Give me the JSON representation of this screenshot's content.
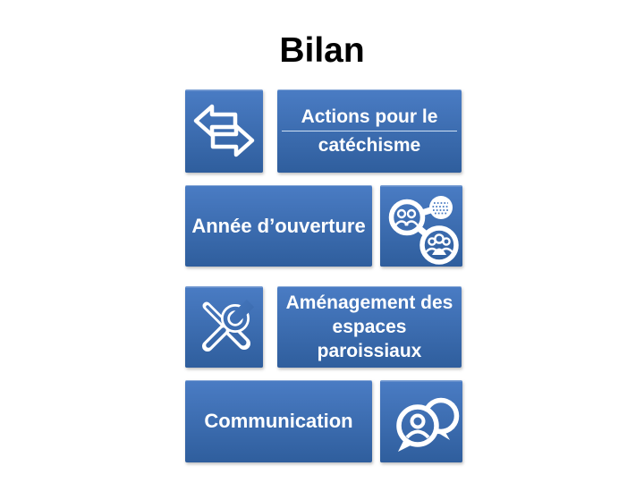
{
  "slide": {
    "title": "Bilan",
    "boxes": {
      "actions": {
        "lines": [
          "Actions pour le",
          "catéchisme"
        ]
      },
      "annee": {
        "label": "Année d’ouverture"
      },
      "amenagement": {
        "lines": [
          "Aménagement des",
          "espaces",
          "paroissiaux"
        ]
      },
      "communication": {
        "label": "Communication"
      }
    },
    "icons": {
      "actions": "transfer-arrows-icon",
      "annee": "network-globe-people-icon",
      "amenagement": "crossed-tools-icon",
      "communication": "speech-bubbles-icon"
    }
  },
  "colors": {
    "background": "#ffffff",
    "title_text": "#000000",
    "box_gradient_top": "#4a7cc4",
    "box_gradient_bottom": "#2f5e9d",
    "box_text": "#ffffff",
    "divider_line": "#cfe0f3"
  }
}
